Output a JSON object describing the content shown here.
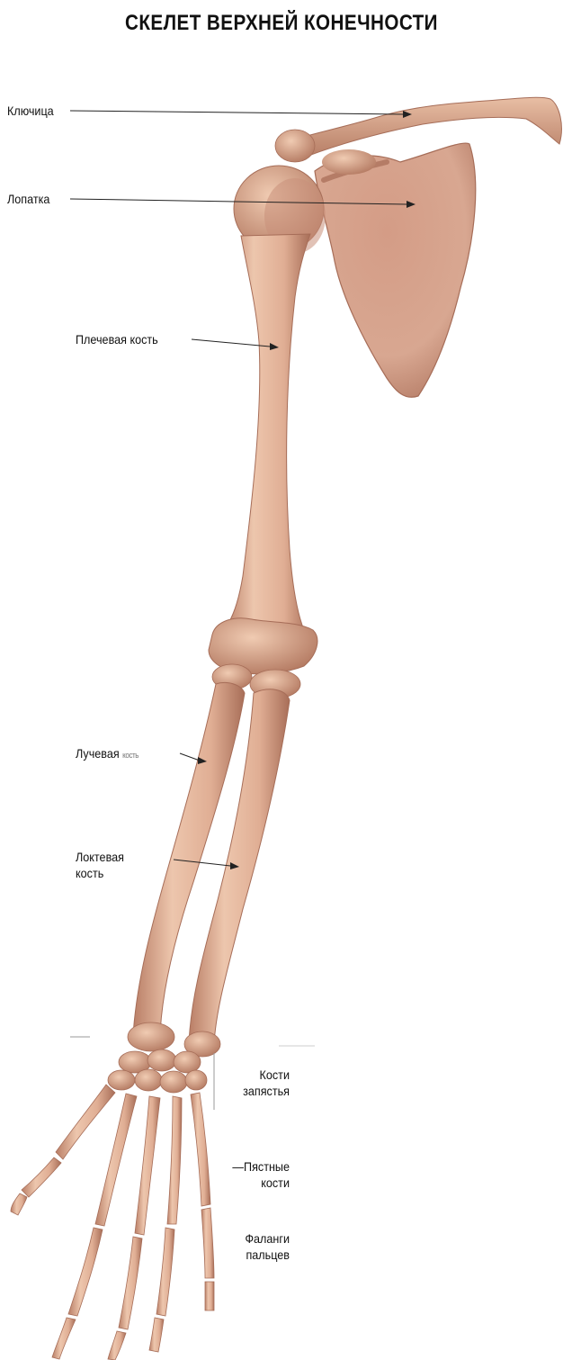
{
  "title": "СКЕЛЕТ ВЕРХНЕЙ КОНЕЧНОСТИ",
  "labels": {
    "clavicle": "Ключица",
    "scapula": "Лопатка",
    "humerus": "Плечевая кость",
    "radius_word1": "Лучевая",
    "radius_word2": "кость",
    "ulna_line1": "Локтевая",
    "ulna_line2": "кость",
    "carpal_line1": "Кости",
    "carpal_line2": "запястья",
    "metacarpal_line1": "—Пястные",
    "metacarpal_line2": "кости",
    "phalanges_line1": "Фаланги",
    "phalanges_line2": "пальцев"
  },
  "colors": {
    "bone": "#e2b49a",
    "bone_shadow": "#b97e66",
    "bone_dark": "#8f5a47",
    "scapula": "#d8a48e",
    "leader_line": "#222222"
  }
}
